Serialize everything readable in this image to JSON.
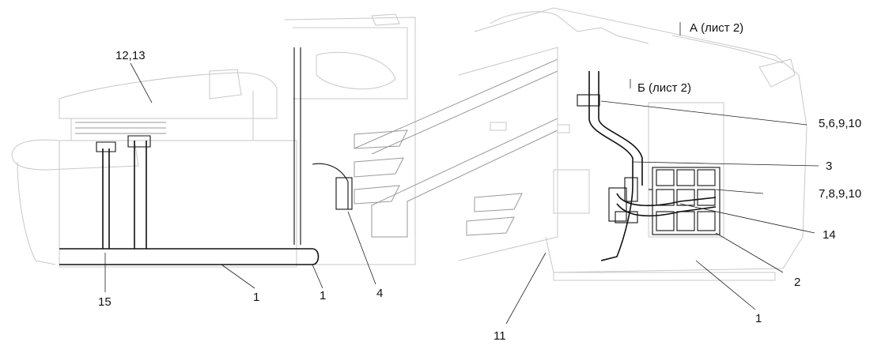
{
  "labels": {
    "view_a": "А (лист 2)",
    "view_b": "Б (лист 2)",
    "c12_13": "12,13",
    "c5_6_9_10": "5,6,9,10",
    "c3": "3",
    "c7_8_9_10": "7,8,9,10",
    "c14": "14",
    "c2": "2",
    "c1_right": "1",
    "c11": "11",
    "c4": "4",
    "c1_mid": "1",
    "c1_left": "1",
    "c15": "15"
  },
  "colors": {
    "line_dark": "#111111",
    "line_faint": "#c8c8c8",
    "background": "#ffffff"
  }
}
